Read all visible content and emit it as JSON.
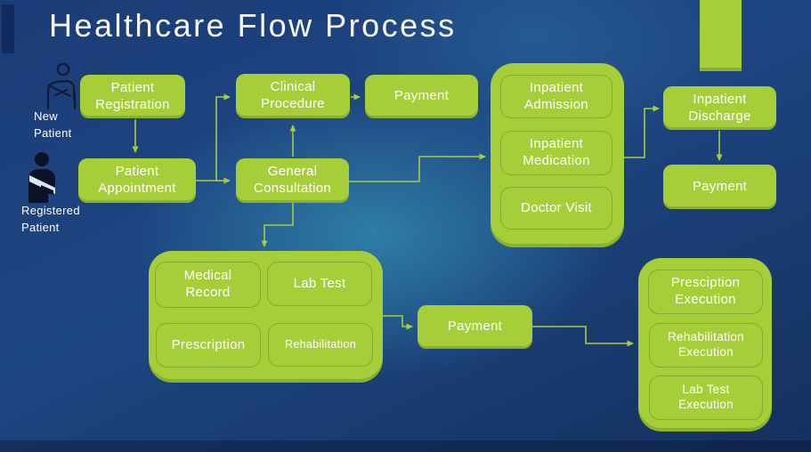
{
  "title": "Healthcare Flow Process",
  "colors": {
    "box_green": "#A6CE39",
    "line_green": "#A9CC3B",
    "background_glow": "#2E7EA6",
    "background_navy": "#1B3C77",
    "text": "#FFFFFF"
  },
  "actors": {
    "new": {
      "label": "New Patient",
      "icon": "injured-person-outline-icon"
    },
    "registered": {
      "label": "Registered Patient",
      "icon": "injured-person-solid-icon"
    }
  },
  "nodes": {
    "patient_registration": "Patient Registration",
    "patient_appointment": "Patient Appointment",
    "clinical_procedure": "Clinical Procedure",
    "payment_top": "Payment",
    "general_consultation": "General Consultation",
    "inpatient_admission": "Inpatient Admission",
    "inpatient_medication": "Inpatient Medication",
    "doctor_visit": "Doctor Visit",
    "inpatient_discharge": "Inpatient Discharge",
    "payment_inpatient": "Payment",
    "medical_record": "Medical Record",
    "lab_test": "Lab Test",
    "prescription": "Prescription",
    "rehabilitation": "Rehabilitation",
    "payment_services": "Payment",
    "prescription_execution": "Presciption Execution",
    "rehabilitation_execution": "Rehabilitation Execution",
    "lab_test_execution": "Lab Test Execution"
  },
  "edges": [
    {
      "from": "Patient Registration",
      "to": "Patient Appointment"
    },
    {
      "from": "Patient Appointment",
      "to": "Clinical Procedure"
    },
    {
      "from": "Patient Appointment",
      "to": "General Consultation"
    },
    {
      "from": "General Consultation",
      "to": "Clinical Procedure"
    },
    {
      "from": "Clinical Procedure",
      "to": "Payment"
    },
    {
      "from": "General Consultation",
      "to": "Inpatient group"
    },
    {
      "from": "Inpatient group",
      "to": "Inpatient Discharge"
    },
    {
      "from": "Inpatient Discharge",
      "to": "Payment"
    },
    {
      "from": "General Consultation",
      "to": "Outpatient services group"
    },
    {
      "from": "Outpatient services group",
      "to": "Payment"
    },
    {
      "from": "Payment",
      "to": "Execution group"
    }
  ]
}
